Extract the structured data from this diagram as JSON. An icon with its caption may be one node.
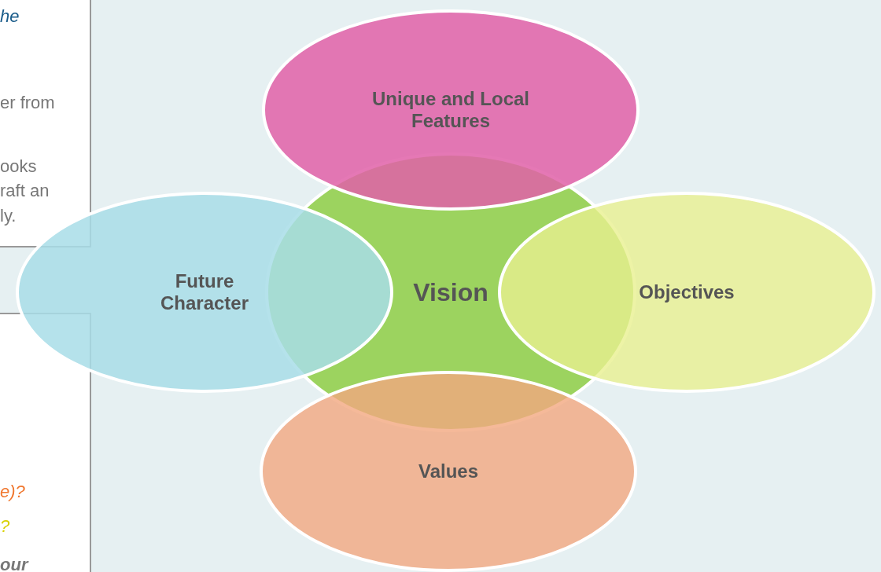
{
  "diagram": {
    "nodes": [
      {
        "text": [
          "Unique and Local Features"
        ]
      },
      {
        "text": [
          "Future Character"
        ]
      },
      {
        "text": [
          "Vision"
        ]
      },
      {
        "text": [
          "Objectives"
        ]
      },
      {
        "text": [
          "Values"
        ]
      }
    ],
    "labels": [
      "he",
      "er from",
      "ooks",
      "raft an",
      "ly.",
      "e)?",
      "?",
      "our"
    ]
  }
}
